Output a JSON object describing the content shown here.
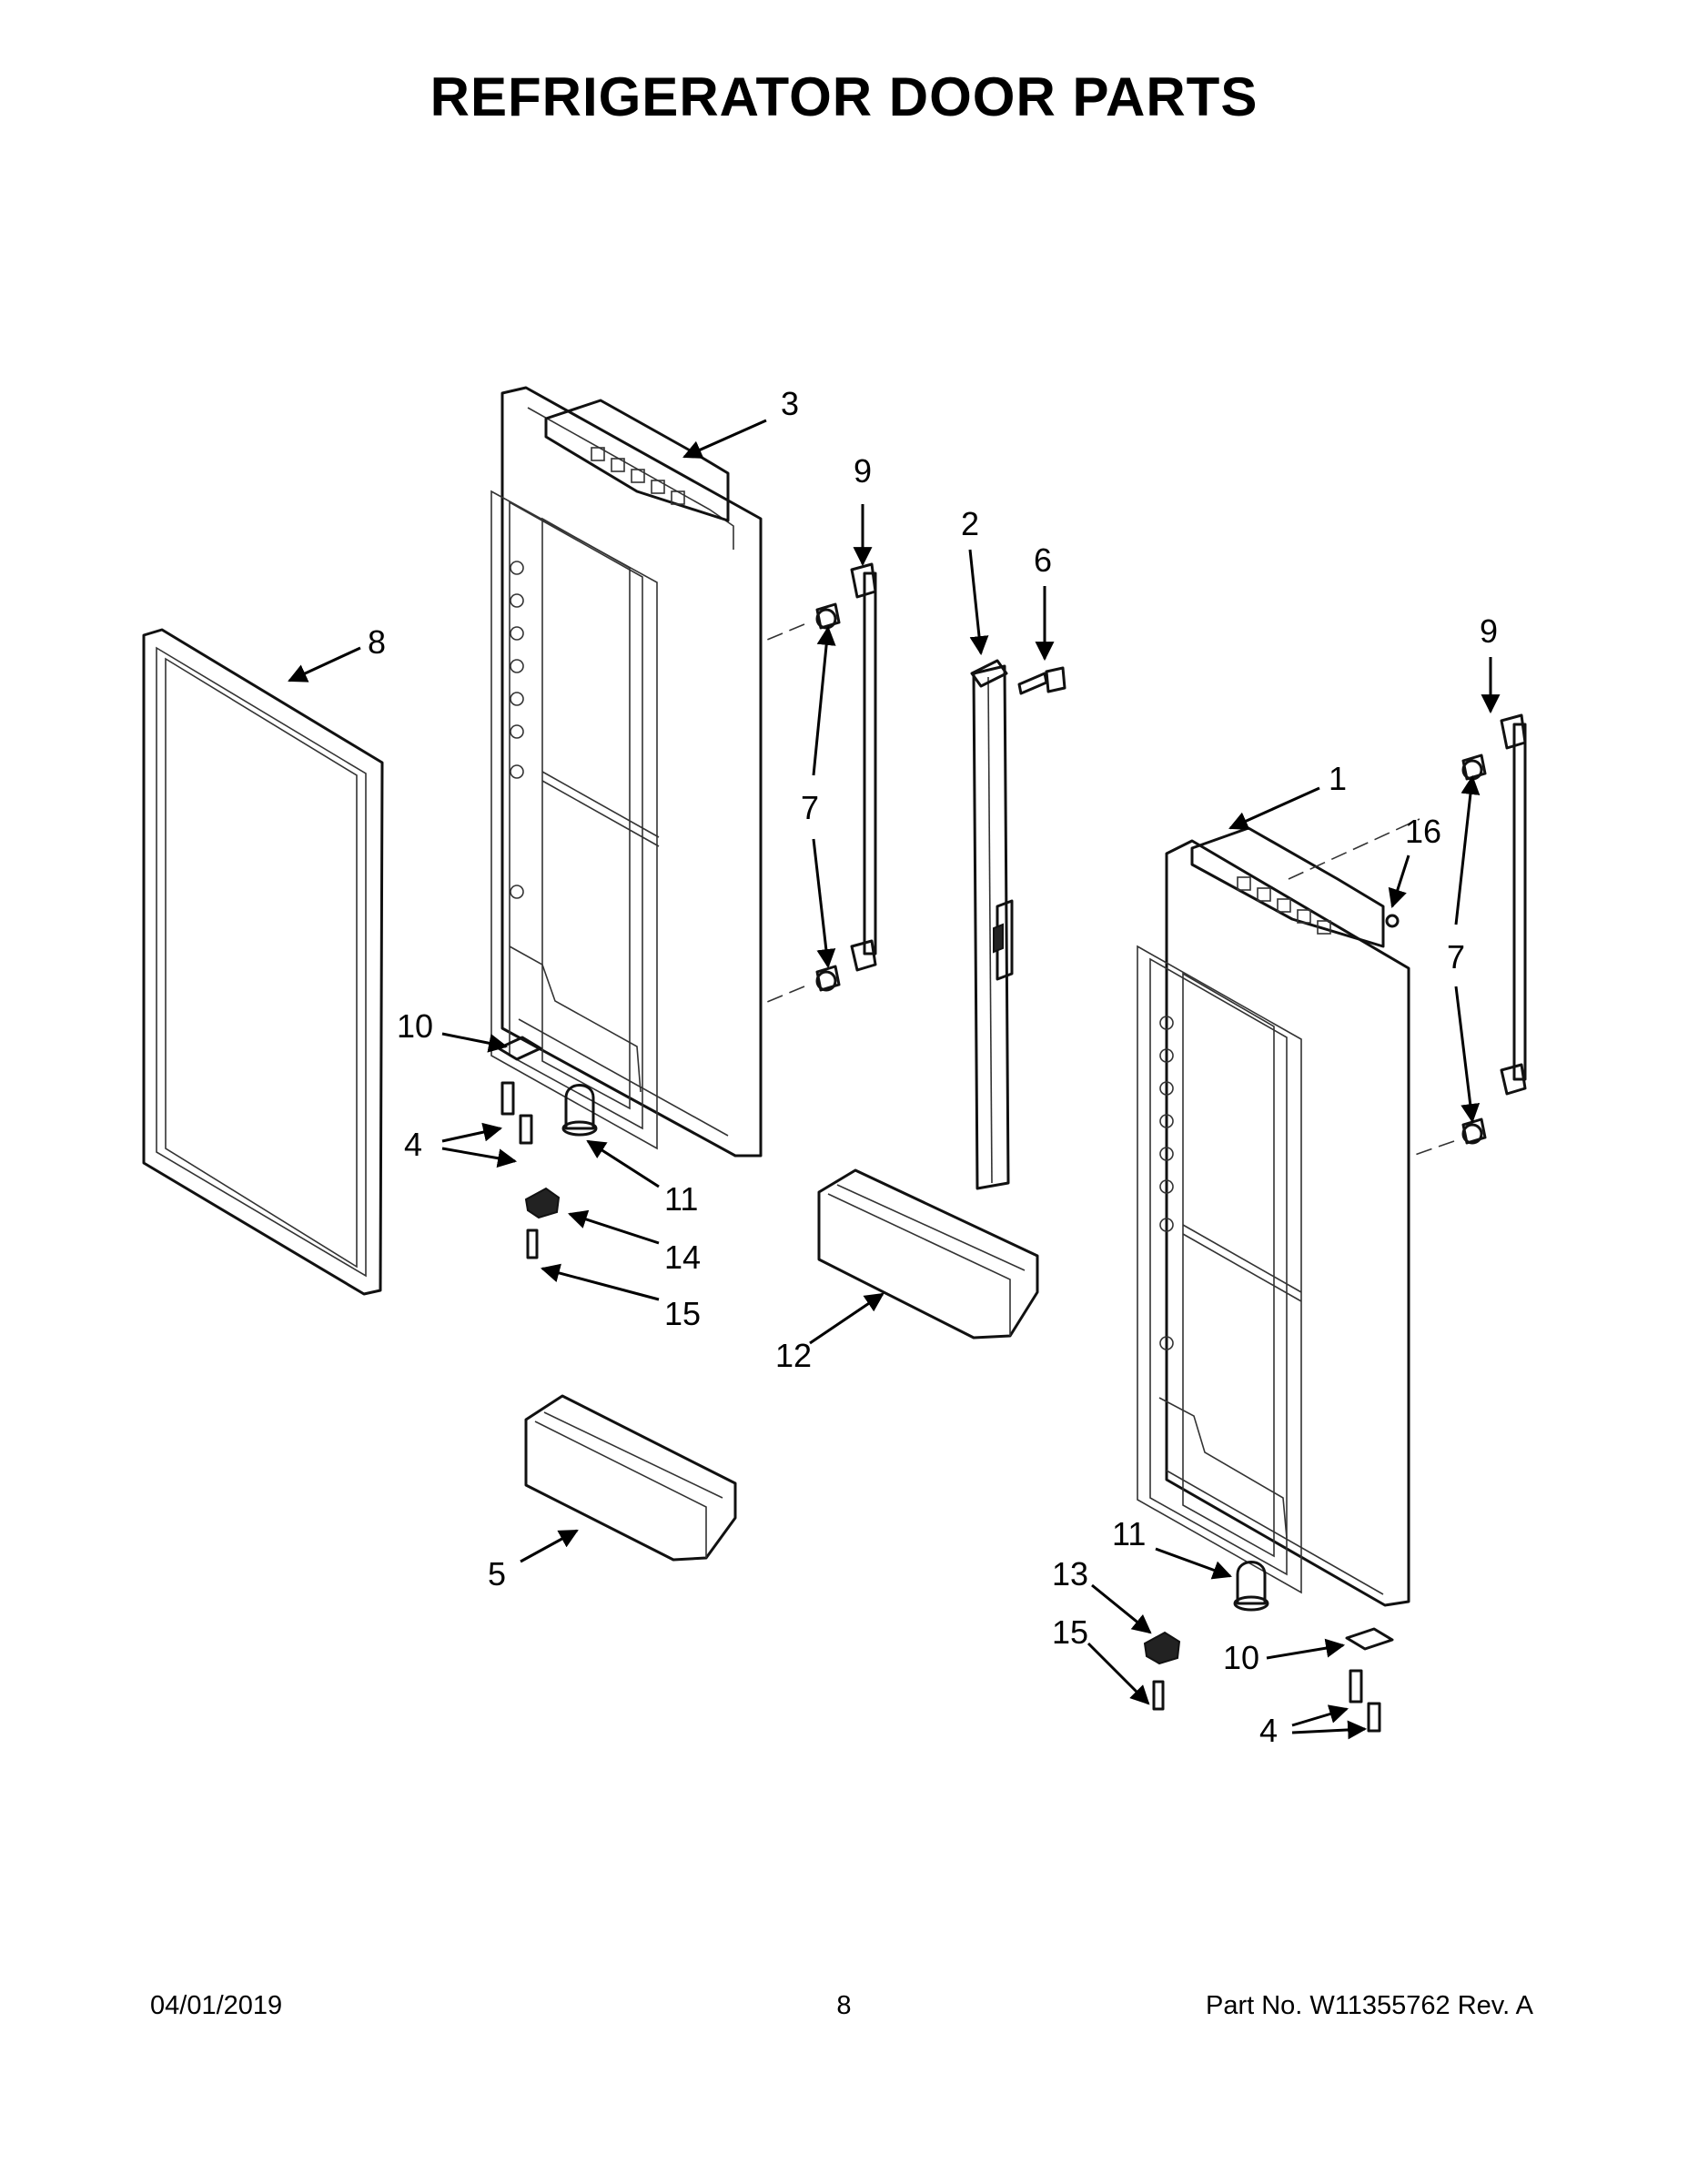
{
  "title": "REFRIGERATOR DOOR PARTS",
  "footer": {
    "date": "04/01/2019",
    "page": "8",
    "part_no": "Part No.  W11355762  Rev.  A"
  },
  "callouts": {
    "c1": "1",
    "c2": "2",
    "c3": "3",
    "c4a": "4",
    "c4b": "4",
    "c5": "5",
    "c6": "6",
    "c7a": "7",
    "c7b": "7",
    "c8": "8",
    "c9a": "9",
    "c9b": "9",
    "c10a": "10",
    "c10b": "10",
    "c11a": "11",
    "c11b": "11",
    "c12": "12",
    "c13": "13",
    "c14": "14",
    "c15a": "15",
    "c15b": "15",
    "c16": "16"
  }
}
